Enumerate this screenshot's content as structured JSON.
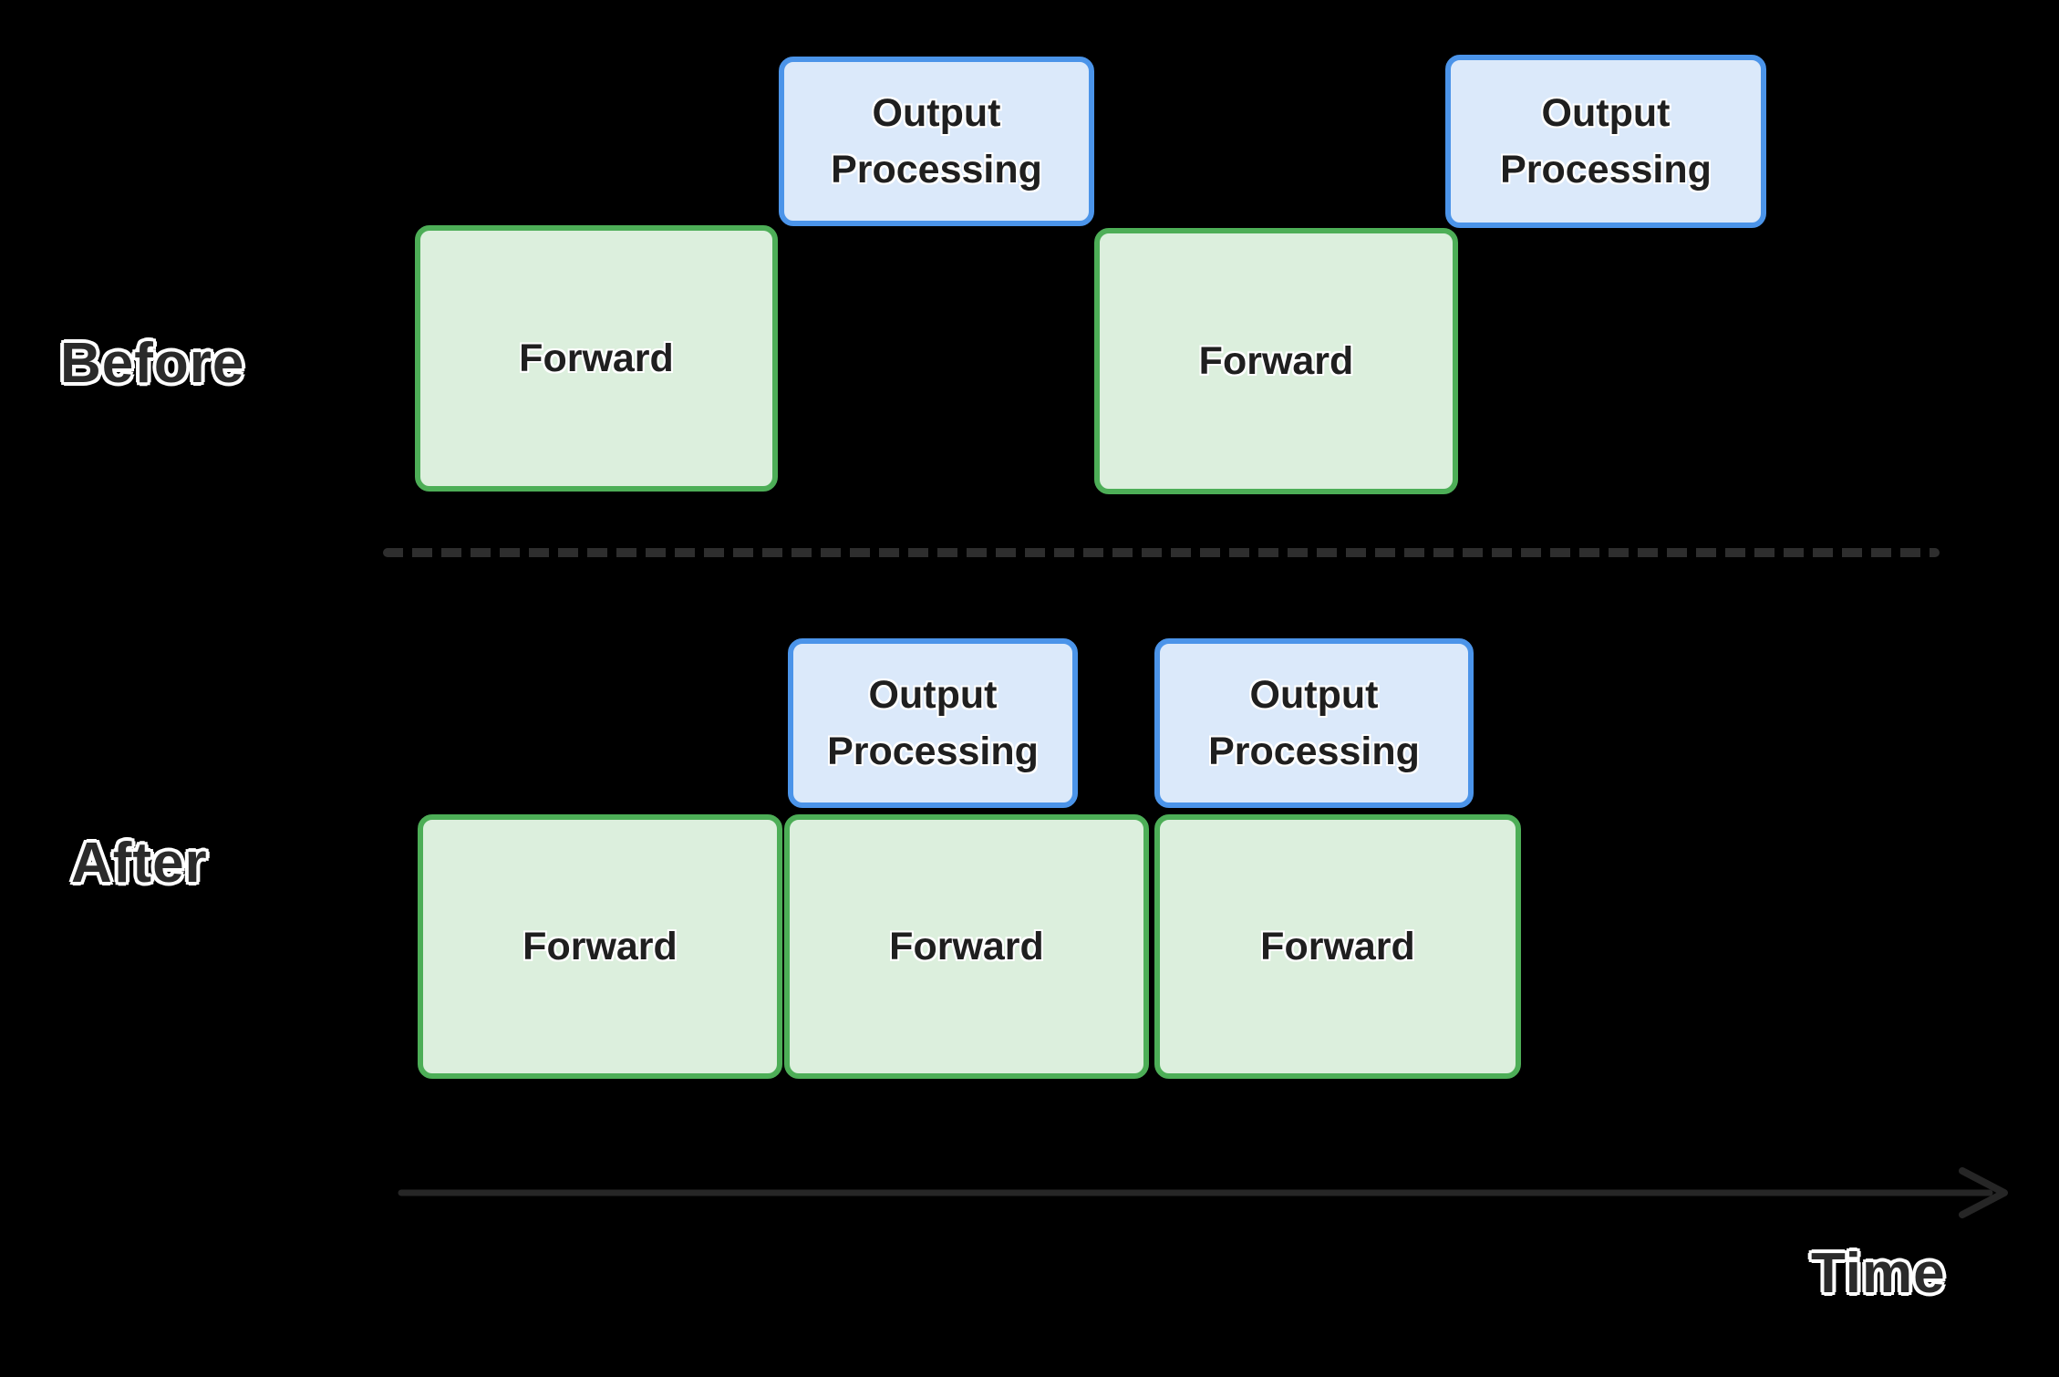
{
  "diagram": {
    "rows": [
      {
        "id": "before",
        "label": "Before",
        "boxes": [
          {
            "kind": "forward",
            "label": "Forward"
          },
          {
            "kind": "output-processing",
            "label": "Output Processing"
          },
          {
            "kind": "forward",
            "label": "Forward"
          },
          {
            "kind": "output-processing",
            "label": "Output Processing"
          }
        ]
      },
      {
        "id": "after",
        "label": "After",
        "boxes": [
          {
            "kind": "output-processing",
            "label": "Output Processing"
          },
          {
            "kind": "output-processing",
            "label": "Output Processing"
          },
          {
            "kind": "forward",
            "label": "Forward"
          },
          {
            "kind": "forward",
            "label": "Forward"
          },
          {
            "kind": "forward",
            "label": "Forward"
          }
        ]
      }
    ],
    "axis": {
      "label": "Time"
    },
    "colors": {
      "background": "#000000",
      "forward_fill": "#dcefdd",
      "forward_border": "#4dae57",
      "output_fill": "#dbe9fa",
      "output_border": "#4b94e9",
      "box_text": "#1f1f1f",
      "label_text": "#2b2b2b",
      "label_outline": "#ffffff",
      "divider": "#2e2e2e",
      "arrow": "#262626"
    }
  }
}
